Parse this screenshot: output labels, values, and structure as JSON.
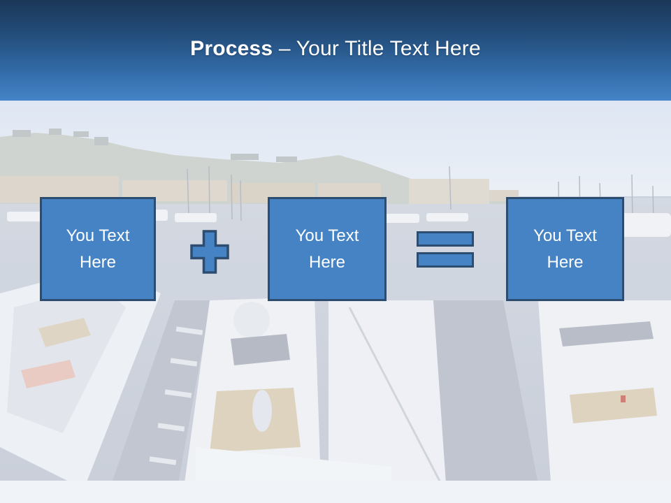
{
  "slide": {
    "title": {
      "bold": "Process",
      "rest": "– Your Title Text Here"
    },
    "background": {
      "name": "marina-yachts-photo"
    }
  },
  "process": {
    "boxes": [
      {
        "label": "You Text Here"
      },
      {
        "label": "You Text Here"
      },
      {
        "label": "You Text Here"
      }
    ],
    "operators": [
      {
        "name": "plus"
      },
      {
        "name": "equals"
      }
    ]
  },
  "colors": {
    "accent-fill": "#4583C5",
    "accent-border": "#2C4D70",
    "header-top": "#1B3757",
    "header-bottom": "#4584C8",
    "title-text": "#FFFFFF",
    "box-text": "#FFFFFF"
  }
}
